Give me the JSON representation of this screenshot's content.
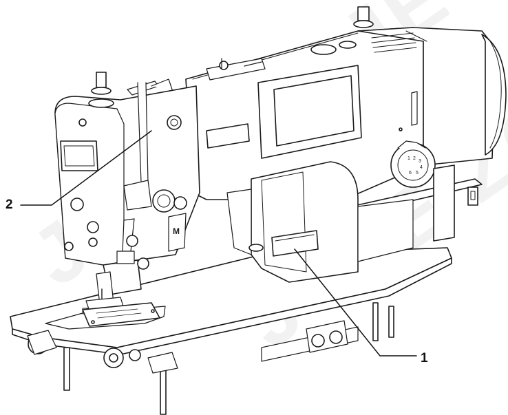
{
  "callouts": [
    {
      "id": "1",
      "label": "1"
    },
    {
      "id": "2",
      "label": "2"
    }
  ],
  "watermark_text": "JOJE ZOJE",
  "colors": {
    "line": "#1a1a1a",
    "fill": "#ffffff",
    "watermark": "#000000"
  }
}
